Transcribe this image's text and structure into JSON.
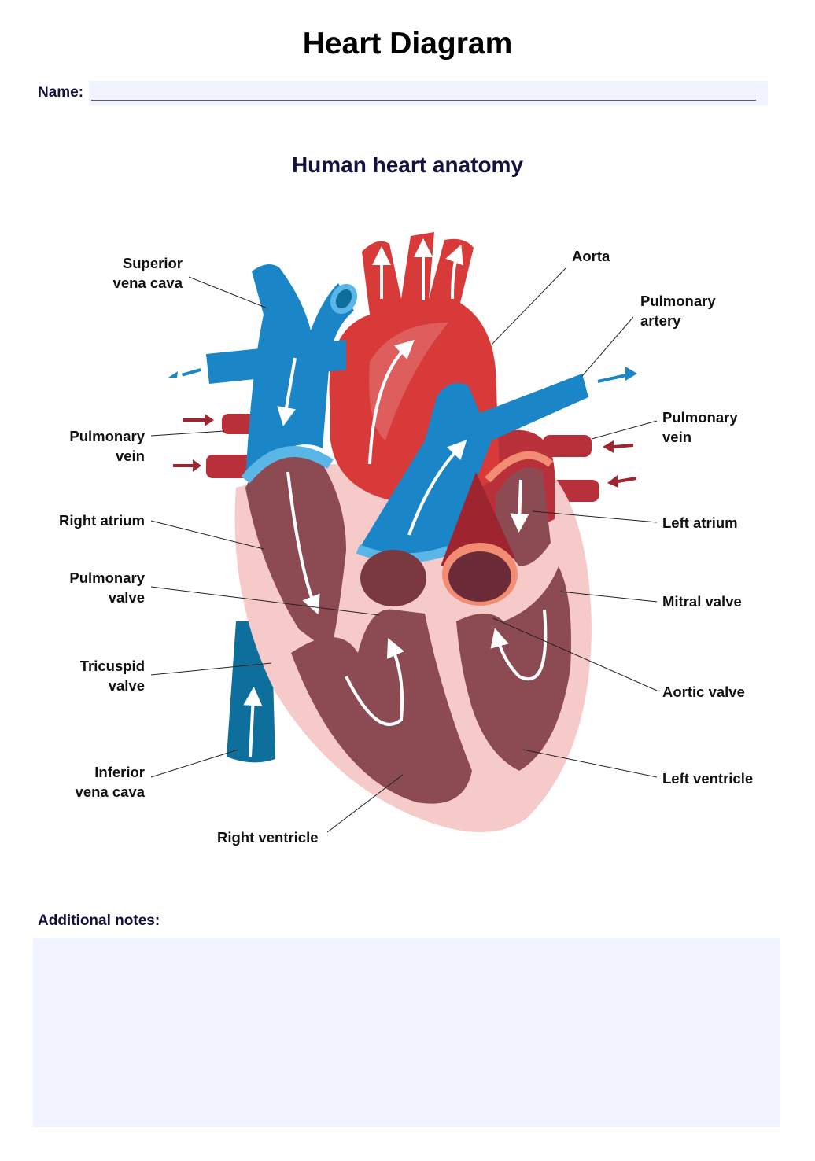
{
  "title": "Heart Diagram",
  "name_field": {
    "label": "Name:",
    "value": ""
  },
  "diagram": {
    "subtitle": "Human heart anatomy",
    "labels": {
      "superior_vena_cava": "Superior\nvena cava",
      "pulmonary_vein_left": "Pulmonary\nvein",
      "right_atrium": "Right atrium",
      "pulmonary_valve": "Pulmonary\nvalve",
      "tricuspid_valve": "Tricuspid\nvalve",
      "inferior_vena_cava": "Inferior\nvena cava",
      "right_ventricle": "Right ventricle",
      "aorta": "Aorta",
      "pulmonary_artery": "Pulmonary\nartery",
      "pulmonary_vein_right": "Pulmonary\nvein",
      "left_atrium": "Left atrium",
      "mitral_valve": "Mitral valve",
      "aortic_valve": "Aortic valve",
      "left_ventricle": "Left ventricle"
    },
    "colors": {
      "vein_blue": "#1a86c7",
      "artery_red": "#d83a3a",
      "chamber": "#8c4a53",
      "wall": "#f7caca"
    }
  },
  "notes": {
    "label": "Additional notes:",
    "value": ""
  }
}
